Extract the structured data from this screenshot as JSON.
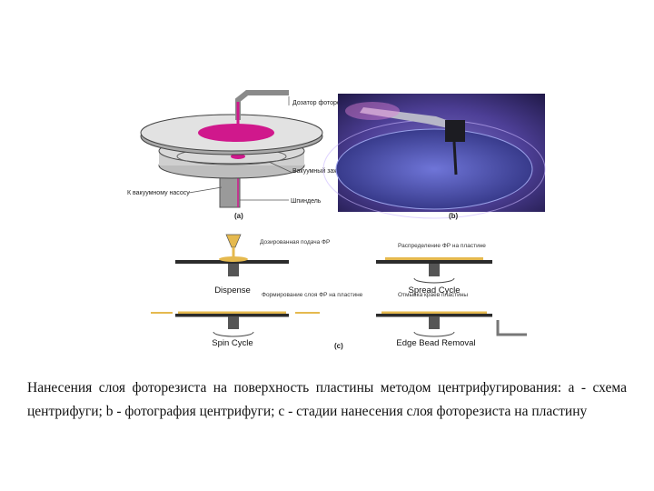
{
  "panel_a": {
    "dispenser_label": "Дозатор фоторезиста",
    "vacuum_label": "Вакуумный зажим",
    "pump_label": "К вакуумному насосу",
    "spindle_label": "Шпиндель",
    "tag": "(a)"
  },
  "panel_b": {
    "tag": "(b)"
  },
  "panel_c": {
    "tag": "(c)",
    "dispense": {
      "title": "Dispense",
      "note": "Дозированная подача ФР"
    },
    "spread": {
      "title": "Spread Cycle",
      "note": "Распределение ФР на пластине"
    },
    "spin": {
      "title": "Spin Cycle",
      "note": "Формирование слоя ФР на пластине"
    },
    "edge": {
      "title": "Edge Bead Removal",
      "note": "Отмывка краев пластины"
    }
  },
  "caption": "Нанесения слоя фоторезиста на поверхность пластины методом центрифугирования: а - схема центрифуги; b - фотография центрифуги; c - стадии нанесения слоя фоторезиста на пластину",
  "colors": {
    "resist": "#d0188c",
    "plate": "#c9c9c9",
    "photo_bg": "#34296a",
    "wafer": "#3a3f9a"
  }
}
